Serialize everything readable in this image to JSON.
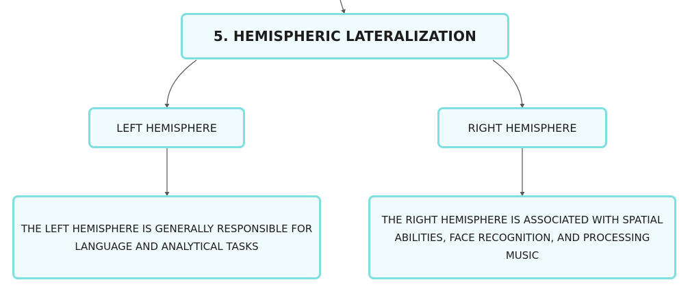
{
  "diagram": {
    "root": {
      "label": "5. HEMISPHERIC LATERALIZATION"
    },
    "left": {
      "label": "LEFT HEMISPHERE",
      "detail": "THE LEFT HEMISPHERE IS GENERALLY RESPONSIBLE FOR LANGUAGE AND ANALYTICAL TASKS"
    },
    "right": {
      "label": "RIGHT HEMISPHERE",
      "detail": "THE RIGHT HEMISPHERE IS ASSOCIATED WITH SPATIAL ABILITIES, FACE RECOGNITION, AND PROCESSING MUSIC"
    },
    "colors": {
      "node_border": "#7fdfe0",
      "node_fill": "#effbfc",
      "connector": "#555555",
      "text": "#1c1c1c"
    }
  }
}
